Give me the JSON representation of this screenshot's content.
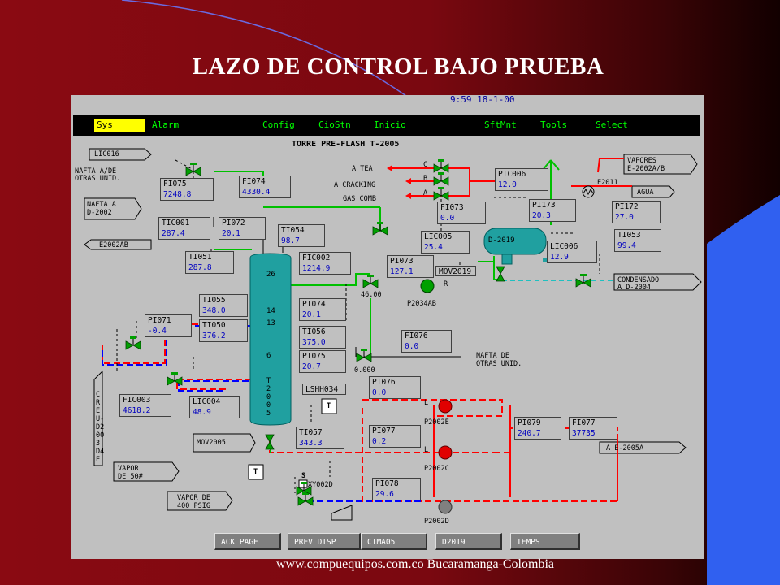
{
  "slide": {
    "title": "LAZO DE CONTROL BAJO PRUEBA",
    "footer": "www.compuequipos.com.co Bucaramanga-Colombia"
  },
  "hmi": {
    "clock": "9:59 18-1-00",
    "screen_title": "TORRE PRE-FLASH T-2005",
    "menu": [
      "Sys",
      "Alarm",
      "Config",
      "CioStn",
      "Inicio",
      "SftMnt",
      "Tools",
      "Select"
    ],
    "buttons": [
      "ACK PAGE",
      "PREV DISP",
      "CIMA05",
      "D2019",
      "TEMPS"
    ],
    "tags": [
      {
        "name": "FI075",
        "value": "7248.8"
      },
      {
        "name": "FI074",
        "value": "4330.4"
      },
      {
        "name": "TIC001",
        "value": "287.4"
      },
      {
        "name": "PI072",
        "value": "20.1"
      },
      {
        "name": "TI054",
        "value": "98.7"
      },
      {
        "name": "TI051",
        "value": "287.8"
      },
      {
        "name": "FIC002",
        "value": "1214.9"
      },
      {
        "name": "PI073",
        "value": "127.1"
      },
      {
        "name": "PIC006",
        "value": "12.0"
      },
      {
        "name": "FI073",
        "value": "0.0"
      },
      {
        "name": "PI173",
        "value": "20.3"
      },
      {
        "name": "LIC005",
        "value": "25.4"
      },
      {
        "name": "LIC006",
        "value": "12.9"
      },
      {
        "name": "PI172",
        "value": "27.0"
      },
      {
        "name": "TI053",
        "value": "99.4"
      },
      {
        "name": "TI055",
        "value": "348.0"
      },
      {
        "name": "PI074",
        "value": "20.1"
      },
      {
        "name": "PI071",
        "value": "-0.4"
      },
      {
        "name": "TI050",
        "value": "376.2"
      },
      {
        "name": "TI056",
        "value": "375.0"
      },
      {
        "name": "PI075",
        "value": "20.7"
      },
      {
        "name": "FI076",
        "value": "0.0"
      },
      {
        "name": "FIC003",
        "value": "4618.2"
      },
      {
        "name": "LIC004",
        "value": "48.9"
      },
      {
        "name": "PI076",
        "value": "0.0"
      },
      {
        "name": "TI057",
        "value": "343.3"
      },
      {
        "name": "PI077",
        "value": "0.2"
      },
      {
        "name": "PI079",
        "value": "240.7"
      },
      {
        "name": "FI077",
        "value": "37735"
      },
      {
        "name": "PI078",
        "value": "29.6"
      }
    ],
    "labels": {
      "lic016": "LIC016",
      "nafta_otras_1": "NAFTA A/DE",
      "nafta_otras_2": "OTRAS UNID.",
      "nafta_d2002_1": "NAFTA A",
      "nafta_d2002_2": "D-2002",
      "e2002ab": "E2002AB",
      "a_tea": "A TEA",
      "a_cracking": "A CRACKING",
      "gas_comb": "GAS COMB",
      "line_c": "C",
      "line_b": "B",
      "line_a": "A",
      "vapores_1": "VAPORES",
      "vapores_2": "E-2002A/B",
      "e2011": "E2011",
      "agua": "AGUA",
      "d2019": "D-2019",
      "mov2019": "MOV2019",
      "line_r": "R",
      "p2034ab": "P2034AB",
      "val_46": "46.00",
      "val_0000": "0.000",
      "condensado_1": "CONDENSADO",
      "condensado_2": "A D-2004",
      "nafta_de_1": "NAFTA DE",
      "nafta_de_2": "OTRAS UNID.",
      "tray_26": "26",
      "tray_14": "14",
      "tray_13": "13",
      "tray_6": "6",
      "tower_tag": "T\n2\n0\n0\n5",
      "lshh034": "LSHH034",
      "side_tag": "C\nR\nE\nU-\nD2\n00\n3\nD4\nE",
      "vapor50_1": "VAPOR",
      "vapor50_2": "DE 50#",
      "mov2005": "MOV2005",
      "xy002d": "XY002D",
      "vapor400_1": "VAPOR DE",
      "vapor400_2": "400 PSIG",
      "p2002e": "P2002E",
      "p2002c": "P2002C",
      "p2002d": "P2002D",
      "a_e2005a": "A E-2005A",
      "l1": "L",
      "l2": "L",
      "t_box": "T",
      "s_box": "S"
    },
    "colors": {
      "process_line": "#ff0000",
      "signal_line": "#000000",
      "equipment": "#20a0a0",
      "valve": "#00a000",
      "flow_line": "#00c000",
      "menu_text": "#00ff00",
      "value_text": "#0000c0"
    }
  }
}
